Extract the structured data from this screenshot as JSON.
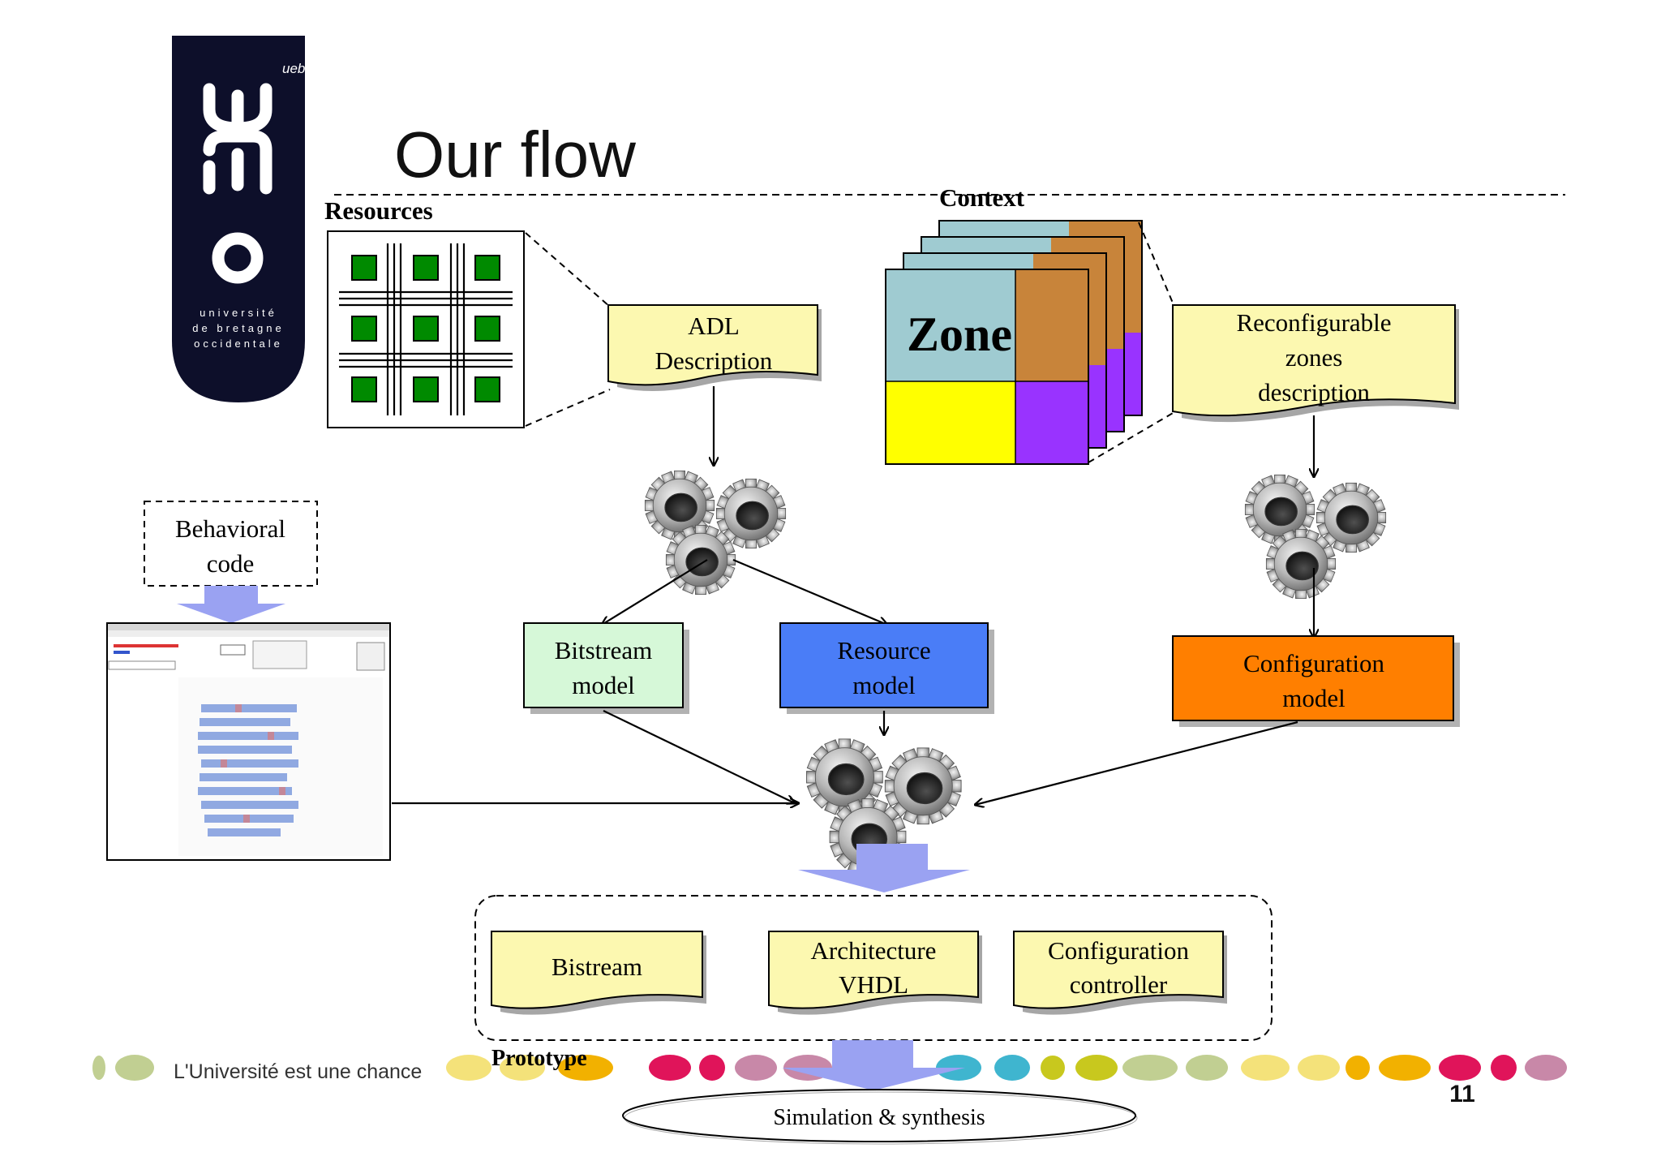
{
  "slide": {
    "title": "Our flow",
    "page_number": "11",
    "logo": {
      "text": "université de bretagne occidentale",
      "badge": "ueb"
    },
    "footer_tagline": "L'Université est une chance"
  },
  "labels": {
    "resources": "Resources",
    "context": "Context",
    "zone": "Zone",
    "prototype": "Prototype"
  },
  "documents": {
    "adl": [
      "ADL",
      "Description"
    ],
    "reconfigurable": [
      "Reconfigurable",
      "zones",
      "description"
    ],
    "bistream": [
      "Bistream"
    ],
    "architecture": [
      "Architecture",
      "VHDL"
    ],
    "config_controller": [
      "Configuration",
      "controller"
    ]
  },
  "boxes": {
    "behavioral": [
      "Behavioral",
      "code"
    ],
    "bitstream_model": [
      "Bitstream",
      "model"
    ],
    "resource_model": [
      "Resource",
      "model"
    ],
    "configuration_model": [
      "Configuration",
      "model"
    ]
  },
  "ellipse": {
    "simulation": "Simulation & synthesis"
  },
  "colors": {
    "note_yellow": "#fcf8b0",
    "bitstream_green": "#d6f8d8",
    "resource_blue": "#4a7df7",
    "configuration_orange": "#ff7f00",
    "zone_teal": "#9fcbd1",
    "zone_brown": "#c8843a",
    "zone_yellow": "#ffff00",
    "zone_purple": "#9933ff",
    "resource_green": "#008a00",
    "arrow_lavender": "#9aa2f2",
    "logo_navy": "#0d0f2a"
  },
  "icons": [
    "gear-cluster-icon",
    "screenshot-thumbnail",
    "logo-ubo"
  ]
}
